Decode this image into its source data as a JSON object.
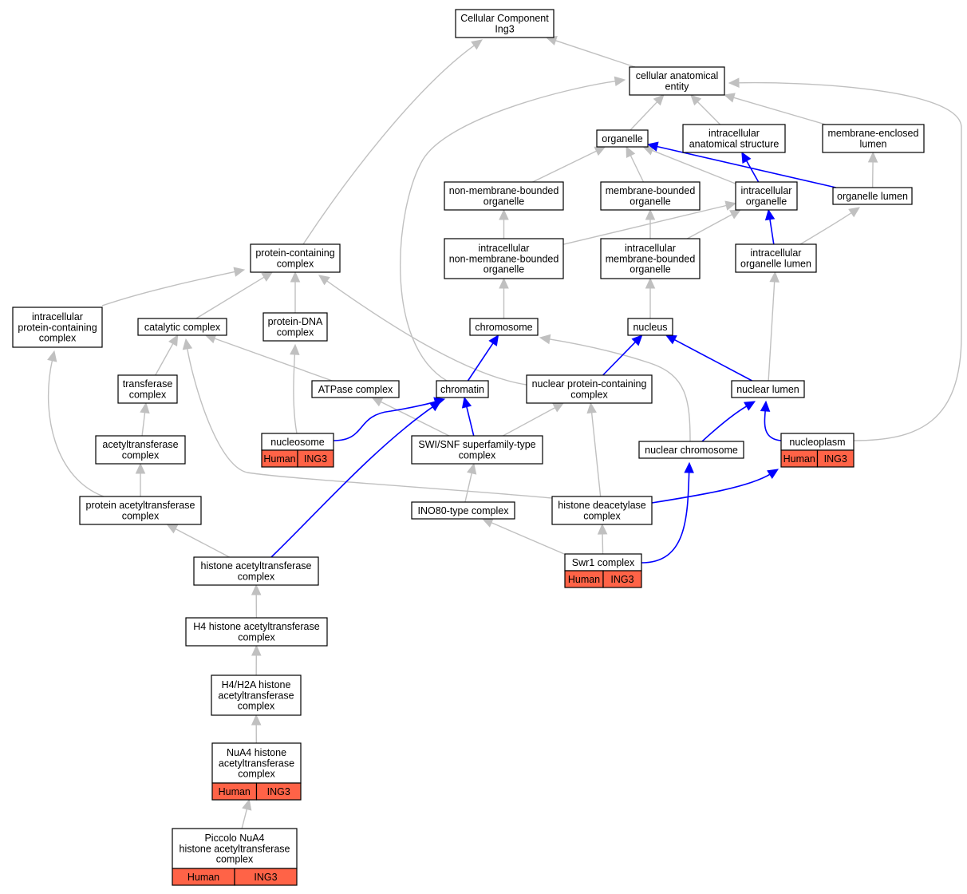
{
  "colors": {
    "node_fill": "#ffffff",
    "node_border": "#000000",
    "annotation_fill": "#ff6347",
    "edge_is_a": "#c0c0c0",
    "edge_part_of": "#0000ff"
  },
  "nodes": {
    "root": {
      "lines": [
        "Cellular Component",
        "Ing3"
      ]
    },
    "cae": {
      "lines": [
        "cellular anatomical",
        "entity"
      ]
    },
    "organelle": {
      "lines": [
        "organelle"
      ]
    },
    "ias": {
      "lines": [
        "intracellular",
        "anatomical structure"
      ]
    },
    "mel": {
      "lines": [
        "membrane-enclosed",
        "lumen"
      ]
    },
    "nmbo": {
      "lines": [
        "non-membrane-bounded",
        "organelle"
      ]
    },
    "mbo": {
      "lines": [
        "membrane-bounded",
        "organelle"
      ]
    },
    "io": {
      "lines": [
        "intracellular",
        "organelle"
      ]
    },
    "ol": {
      "lines": [
        "organelle lumen"
      ]
    },
    "pcc": {
      "lines": [
        "protein-containing",
        "complex"
      ]
    },
    "inmbo": {
      "lines": [
        "intracellular",
        "non-membrane-bounded",
        "organelle"
      ]
    },
    "imbo": {
      "lines": [
        "intracellular",
        "membrane-bounded",
        "organelle"
      ]
    },
    "iol": {
      "lines": [
        "intracellular",
        "organelle lumen"
      ]
    },
    "ipcc": {
      "lines": [
        "intracellular",
        "protein-containing",
        "complex"
      ]
    },
    "cc": {
      "lines": [
        "catalytic complex"
      ]
    },
    "pdna": {
      "lines": [
        "protein-DNA",
        "complex"
      ]
    },
    "chromosome": {
      "lines": [
        "chromosome"
      ]
    },
    "nucleus": {
      "lines": [
        "nucleus"
      ]
    },
    "tc": {
      "lines": [
        "transferase",
        "complex"
      ]
    },
    "atpase": {
      "lines": [
        "ATPase complex"
      ]
    },
    "chromatin": {
      "lines": [
        "chromatin"
      ]
    },
    "npcc": {
      "lines": [
        "nuclear protein-containing",
        "complex"
      ]
    },
    "nl": {
      "lines": [
        "nuclear lumen"
      ]
    },
    "atc": {
      "lines": [
        "acetyltransferase",
        "complex"
      ]
    },
    "nucleosome": {
      "lines": [
        "nucleosome"
      ],
      "annotation": [
        "Human",
        "ING3"
      ]
    },
    "swisnf": {
      "lines": [
        "SWI/SNF superfamily-type",
        "complex"
      ]
    },
    "nchrom": {
      "lines": [
        "nuclear chromosome"
      ]
    },
    "nucleoplasm": {
      "lines": [
        "nucleoplasm"
      ],
      "annotation": [
        "Human",
        "ING3"
      ]
    },
    "patc": {
      "lines": [
        "protein acetyltransferase",
        "complex"
      ]
    },
    "ino80": {
      "lines": [
        "INO80-type complex"
      ]
    },
    "hdac": {
      "lines": [
        "histone deacetylase",
        "complex"
      ]
    },
    "swr1": {
      "lines": [
        "Swr1 complex"
      ],
      "annotation": [
        "Human",
        "ING3"
      ]
    },
    "hat": {
      "lines": [
        "histone acetyltransferase",
        "complex"
      ]
    },
    "h4hat": {
      "lines": [
        "H4 histone acetyltransferase",
        "complex"
      ]
    },
    "h4h2a": {
      "lines": [
        "H4/H2A histone",
        "acetyltransferase",
        "complex"
      ]
    },
    "nua4": {
      "lines": [
        "NuA4 histone",
        "acetyltransferase",
        "complex"
      ],
      "annotation": [
        "Human",
        "ING3"
      ]
    },
    "piccolo": {
      "lines": [
        "Piccolo NuA4",
        "histone acetyltransferase",
        "complex"
      ],
      "annotation": [
        "Human",
        "ING3"
      ]
    }
  },
  "edges": [
    {
      "from": "cae",
      "to": "root",
      "type": "is_a"
    },
    {
      "from": "pcc",
      "to": "root",
      "type": "is_a"
    },
    {
      "from": "organelle",
      "to": "cae",
      "type": "is_a"
    },
    {
      "from": "ias",
      "to": "cae",
      "type": "is_a"
    },
    {
      "from": "mel",
      "to": "cae",
      "type": "is_a"
    },
    {
      "from": "chromatin",
      "to": "cae",
      "type": "is_a"
    },
    {
      "from": "nucleoplasm",
      "to": "cae",
      "type": "is_a"
    },
    {
      "from": "nmbo",
      "to": "organelle",
      "type": "is_a"
    },
    {
      "from": "mbo",
      "to": "organelle",
      "type": "is_a"
    },
    {
      "from": "io",
      "to": "organelle",
      "type": "is_a"
    },
    {
      "from": "ol",
      "to": "organelle",
      "type": "part_of"
    },
    {
      "from": "io",
      "to": "ias",
      "type": "part_of"
    },
    {
      "from": "ol",
      "to": "mel",
      "type": "is_a"
    },
    {
      "from": "inmbo",
      "to": "nmbo",
      "type": "is_a"
    },
    {
      "from": "inmbo",
      "to": "io",
      "type": "is_a"
    },
    {
      "from": "imbo",
      "to": "mbo",
      "type": "is_a"
    },
    {
      "from": "imbo",
      "to": "io",
      "type": "is_a"
    },
    {
      "from": "iol",
      "to": "io",
      "type": "part_of"
    },
    {
      "from": "iol",
      "to": "ol",
      "type": "is_a"
    },
    {
      "from": "ipcc",
      "to": "pcc",
      "type": "is_a"
    },
    {
      "from": "cc",
      "to": "pcc",
      "type": "is_a"
    },
    {
      "from": "pdna",
      "to": "pcc",
      "type": "is_a"
    },
    {
      "from": "npcc",
      "to": "pcc",
      "type": "is_a"
    },
    {
      "from": "chromosome",
      "to": "inmbo",
      "type": "is_a"
    },
    {
      "from": "nucleus",
      "to": "imbo",
      "type": "is_a"
    },
    {
      "from": "nl",
      "to": "iol",
      "type": "is_a"
    },
    {
      "from": "tc",
      "to": "cc",
      "type": "is_a"
    },
    {
      "from": "atpase",
      "to": "cc",
      "type": "is_a"
    },
    {
      "from": "hdac",
      "to": "cc",
      "type": "is_a"
    },
    {
      "from": "nucleosome",
      "to": "pdna",
      "type": "is_a"
    },
    {
      "from": "chromatin",
      "to": "chromosome",
      "type": "part_of"
    },
    {
      "from": "nchrom",
      "to": "chromosome",
      "type": "is_a"
    },
    {
      "from": "npcc",
      "to": "nucleus",
      "type": "part_of"
    },
    {
      "from": "nl",
      "to": "nucleus",
      "type": "part_of"
    },
    {
      "from": "atc",
      "to": "tc",
      "type": "is_a"
    },
    {
      "from": "swisnf",
      "to": "atpase",
      "type": "is_a"
    },
    {
      "from": "nucleosome",
      "to": "chromatin",
      "type": "part_of"
    },
    {
      "from": "swisnf",
      "to": "chromatin",
      "type": "part_of"
    },
    {
      "from": "hat",
      "to": "chromatin",
      "type": "part_of"
    },
    {
      "from": "swisnf",
      "to": "npcc",
      "type": "is_a"
    },
    {
      "from": "hdac",
      "to": "npcc",
      "type": "is_a"
    },
    {
      "from": "nchrom",
      "to": "nl",
      "type": "part_of"
    },
    {
      "from": "nucleoplasm",
      "to": "nl",
      "type": "part_of"
    },
    {
      "from": "patc",
      "to": "atc",
      "type": "is_a"
    },
    {
      "from": "patc",
      "to": "ipcc",
      "type": "is_a"
    },
    {
      "from": "ino80",
      "to": "swisnf",
      "type": "is_a"
    },
    {
      "from": "hdac",
      "to": "nucleoplasm",
      "type": "part_of"
    },
    {
      "from": "swr1",
      "to": "ino80",
      "type": "is_a"
    },
    {
      "from": "swr1",
      "to": "hdac",
      "type": "is_a"
    },
    {
      "from": "swr1",
      "to": "nchrom",
      "type": "part_of"
    },
    {
      "from": "hat",
      "to": "patc",
      "type": "is_a"
    },
    {
      "from": "h4hat",
      "to": "hat",
      "type": "is_a"
    },
    {
      "from": "h4h2a",
      "to": "h4hat",
      "type": "is_a"
    },
    {
      "from": "nua4",
      "to": "h4h2a",
      "type": "is_a"
    },
    {
      "from": "piccolo",
      "to": "nua4",
      "type": "is_a"
    }
  ]
}
